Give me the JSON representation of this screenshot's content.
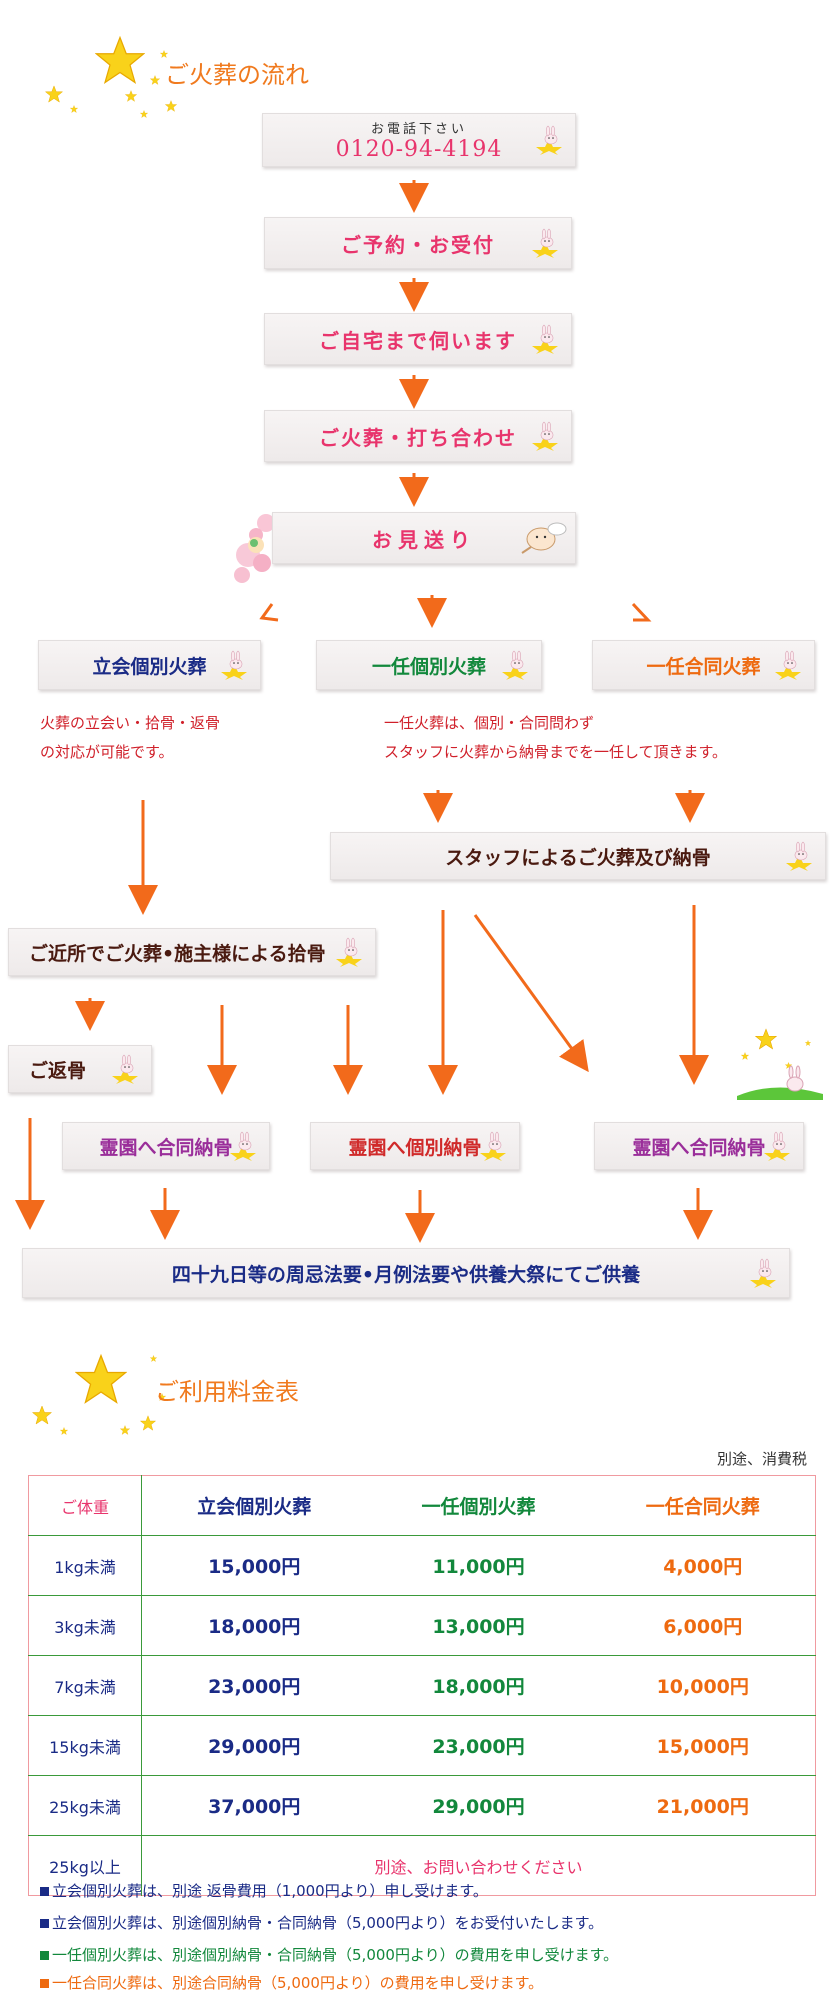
{
  "flow": {
    "heading": "ご火葬の流れ",
    "call_small": "お電話下さい",
    "call_number": "0120-94-4194",
    "step_reserve": "ご予約・お受付",
    "step_visit": "ご自宅まで伺います",
    "step_meeting": "ご火葬・打ち合わせ",
    "step_sendoff": "お見送り",
    "type_attended": "立会個別火葬",
    "type_individual": "一任個別火葬",
    "type_joint": "一任合同火葬",
    "note_attended": "火葬の立会い・拾骨・返骨\nの対応が可能です。",
    "note_entrust": "一任火葬は、個別・合同問わず\nスタッフに火葬から納骨までを一任して頂きます。",
    "staff": "スタッフによるご火葬及び納骨",
    "nearby": "ご近所でご火葬•施主様による拾骨",
    "return": "ご返骨",
    "joint_grave": "霊園へ合同納骨",
    "individual_grave": "霊園へ個別納骨",
    "memorial": "四十九日等の周忌法要•月例法要や供養大祭にてご供養"
  },
  "fees": {
    "heading": "ご利用料金表",
    "tax_note": "別途、消費税",
    "header": [
      "ご体重",
      "立会個別火葬",
      "一任個別火葬",
      "一任合同火葬"
    ],
    "rows": [
      [
        "1kg未満",
        "15,000円",
        "11,000円",
        "4,000円"
      ],
      [
        "3kg未満",
        "18,000円",
        "13,000円",
        "6,000円"
      ],
      [
        "7kg未満",
        "23,000円",
        "18,000円",
        "10,000円"
      ],
      [
        "15kg未満",
        "29,000円",
        "23,000円",
        "15,000円"
      ],
      [
        "25kg未満",
        "37,000円",
        "29,000円",
        "21,000円"
      ]
    ],
    "over_label": "25kg以上",
    "over_text": "別途、お問い合わせください"
  },
  "footnotes": [
    "立会個別火葬は、別途 返骨費用（1,000円より）申し受けます。",
    "立会個別火葬は、別途個別納骨・合同納骨（5,000円より）をお受付いたします。",
    "一任個別火葬は、別途個別納骨・合同納骨（5,000円より）の費用を申し受けます。",
    "一任合同火葬は、別途合同納骨（5,000円より）の費用を申し受けます。"
  ],
  "colors": {
    "accent_orange": "#f07a1e",
    "pink": "#e8346c",
    "navy": "#1a2b86",
    "green": "#12883c",
    "orange": "#ee6a10",
    "arrow": "#f26a1b"
  }
}
